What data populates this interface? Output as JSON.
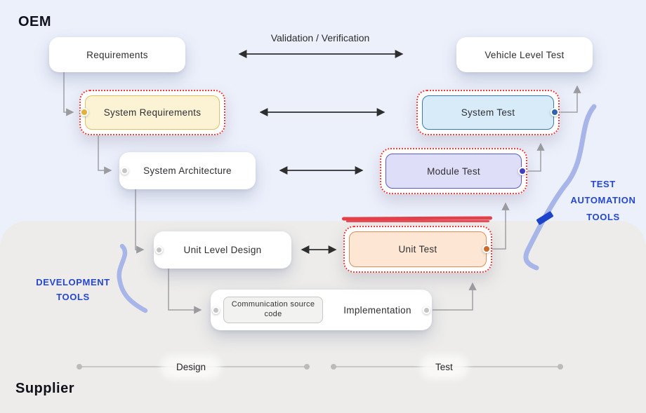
{
  "header": {
    "oem": "OEM",
    "supplier": "Supplier"
  },
  "labels": {
    "validation_verification": "Validation / Verification",
    "development_tools": "DEVELOPMENT TOOLS",
    "test_automation_tools": "TEST AUTOMATION TOOLS",
    "design_phase": "Design",
    "test_phase": "Test"
  },
  "boxes": {
    "requirements": "Requirements",
    "vehicle_level_test": "Vehicle Level Test",
    "system_requirements": "System Requirements",
    "system_test": "System Test",
    "system_architecture": "System Architecture",
    "module_test": "Module Test",
    "unit_level_design": "Unit Level Design",
    "unit_test": "Unit Test",
    "implementation": "Implementation",
    "communication_source_code": "Communication source code"
  },
  "colors": {
    "background_top": "#ECF0FB",
    "background_supplier": "#EDECEA",
    "highlight_dotted_border": "#F23C3C",
    "system_requirements_fill": "#FCF3D5",
    "system_requirements_border": "#DFC261",
    "system_requirements_dot": "#E2B13C",
    "system_test_fill": "#D7EBF9",
    "system_test_border": "#3D7AB5",
    "system_test_dot": "#2D66AC",
    "module_test_fill": "#DEDEF8",
    "module_test_border": "#5A58D0",
    "module_test_dot": "#4340BE",
    "unit_test_fill": "#FDE6D3",
    "unit_test_border": "#DE8E56",
    "unit_test_dot": "#CE6A2B",
    "red_marker": "#E4404A",
    "tools_label_blue": "#2447CE",
    "brace_blue": "#A8B5E8",
    "brace_dash_blue": "#1C43CA",
    "connector_gray": "#A0A0A4",
    "arrow_dark": "#2E2E2E"
  }
}
